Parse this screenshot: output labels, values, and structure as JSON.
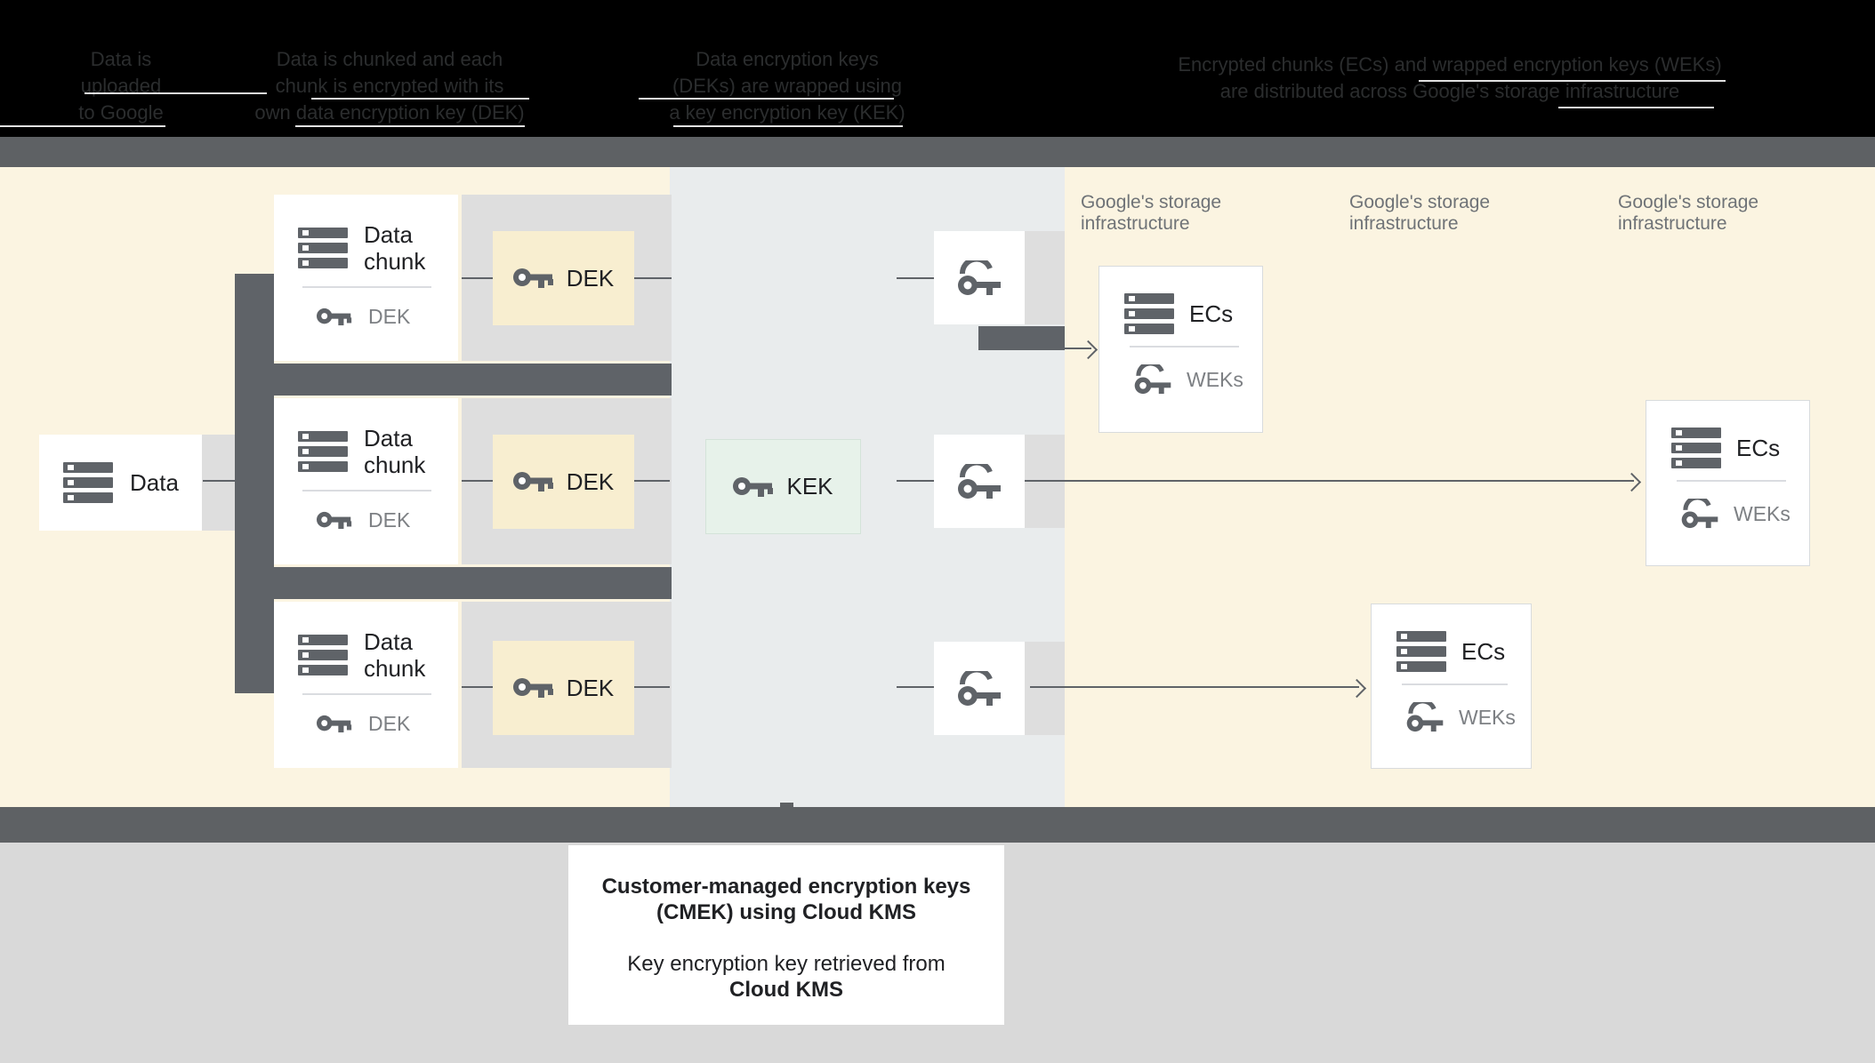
{
  "header": {
    "columns": [
      {
        "lines": [
          "Data is",
          "uploaded",
          "to Google"
        ]
      },
      {
        "lines": [
          "Data is chunked and each",
          "chunk is encrypted with its",
          "own data encryption key (DEK)"
        ]
      },
      {
        "lines": [
          "Data encryption keys",
          "(DEKs) are wrapped using",
          "a key encryption key (KEK)"
        ]
      },
      {
        "lines": [
          "Encrypted chunks (ECs) and wrapped encryption keys (WEKs)",
          "are distributed across Google's storage infrastructure"
        ]
      }
    ]
  },
  "diagram": {
    "data_box": {
      "label": "Data"
    },
    "chunk_boxes": [
      {
        "title": "Data chunk",
        "key_label": "DEK"
      },
      {
        "title": "Data chunk",
        "key_label": "DEK"
      },
      {
        "title": "Data chunk",
        "key_label": "DEK"
      }
    ],
    "dek_boxes": [
      {
        "label": "DEK"
      },
      {
        "label": "DEK"
      },
      {
        "label": "DEK"
      }
    ],
    "kek_box": {
      "label": "KEK"
    },
    "storage_labels": [
      {
        "line1": "Google's storage",
        "line2": "infrastructure"
      },
      {
        "line1": "Google's storage",
        "line2": "infrastructure"
      },
      {
        "line1": "Google's storage",
        "line2": "infrastructure"
      }
    ],
    "ecs_boxes": [
      {
        "title": "ECs",
        "key_label": "WEKs"
      },
      {
        "title": "ECs",
        "key_label": "WEKs"
      },
      {
        "title": "ECs",
        "key_label": "WEKs"
      }
    ]
  },
  "callout": {
    "line1": "Customer-managed encryption keys",
    "line2": "(CMEK) using Cloud KMS",
    "line3": "Key encryption key retrieved from",
    "line4": "Cloud KMS"
  },
  "colors": {
    "yellow": "#FBF4E1",
    "kms": "#E9ECED",
    "dek": "#F8EED0",
    "kek": "#E7F2EA",
    "kekBorder": "#D4E3D9",
    "dark": "#5F6368",
    "bar": "#5E6164",
    "lightband": "#DEDEDE",
    "bottom": "#D9D9D9",
    "ink": "#202124",
    "subtle": "#7D8084",
    "label": "#6F7377",
    "divider": "#DADCE0",
    "boxBorder": "#D8DBDD",
    "hdrText": "#2B2D2E",
    "streak": "#F4F4F4"
  }
}
